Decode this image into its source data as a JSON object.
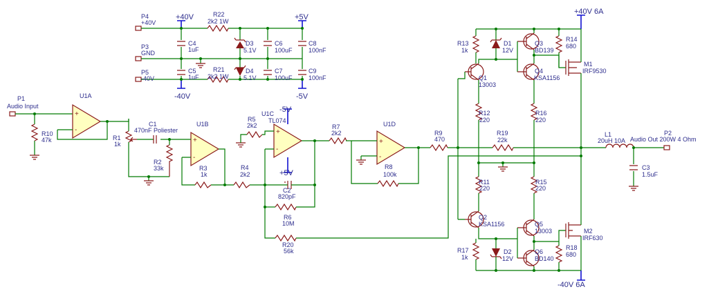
{
  "labels": {
    "p1": "P1",
    "p1v": "Audio Input",
    "p2": "P2",
    "p2v": "Audio Out 200W 4 Ohm",
    "p3": "P3",
    "p3v": "GND",
    "p4": "P4",
    "p4v": "+40V",
    "p5": "P5",
    "p5v": "-40V",
    "u1a": "U1A",
    "u1b": "U1B",
    "u1c": "U1C",
    "u1cv": "TL074",
    "u1d": "U1D",
    "r1": "R1",
    "r1v": "1k",
    "r2": "R2",
    "r2v": "33k",
    "r3": "R3",
    "r3v": "1k",
    "r4": "R4",
    "r4v": "2k2",
    "r5": "R5",
    "r5v": "2k2",
    "r6": "R6",
    "r6v": "10M",
    "r7": "R7",
    "r7v": "2k2",
    "r8": "R8",
    "r8v": "100k",
    "r9": "R9",
    "r9v": "470",
    "r10": "R10",
    "r10v": "47k",
    "r11": "R11",
    "r11v": "220",
    "r12": "R12",
    "r12v": "220",
    "r13": "R13",
    "r13v": "1k",
    "r14": "R14",
    "r14v": "680",
    "r15": "R15",
    "r15v": "220",
    "r16": "R16",
    "r16v": "220",
    "r17": "R17",
    "r17v": "1k",
    "r18": "R18",
    "r18v": "680",
    "r19": "R19",
    "r19v": "22k",
    "r20": "R20",
    "r20v": "56k",
    "r21": "R21",
    "r21v": "2k2 1W",
    "r22": "R22",
    "r22v": "2k2 1W",
    "c1": "C1",
    "c1v": "470nF Poliester",
    "c2": "C2",
    "c2v": "820pF",
    "c3": "C3",
    "c3v": "1.5uF",
    "c4": "C4",
    "c4v": "1uF",
    "c5": "C5",
    "c5v": "1uF",
    "c6": "C6",
    "c6v": "100uF",
    "c7": "C7",
    "c7v": "100uF",
    "c8": "C8",
    "c8v": "100nF",
    "c9": "C9",
    "c9v": "100nF",
    "d1": "D1",
    "d1v": "12V",
    "d2": "D2",
    "d2v": "12V",
    "d3": "D3",
    "d3v": "5.1V",
    "d4": "D4",
    "d4v": "5.1V",
    "q1": "Q1",
    "q1v": "13003",
    "q2": "Q2",
    "q2v": "KSA1156",
    "q3": "Q3",
    "q3v": "BD139",
    "q4": "Q4",
    "q4v": "KSA1156",
    "q5": "Q5",
    "q5v": "13003",
    "q6": "Q6",
    "q6v": "BD140",
    "m1": "M1",
    "m1v": "IRF9530",
    "m2": "M2",
    "m2v": "IRF630",
    "l1": "L1",
    "l1v": "20uH 10A"
  },
  "power": {
    "p40": "+40V",
    "m40": "-40V",
    "p5": "+5V",
    "m5": "-5V",
    "p40a": "+40V 6A",
    "m40a": "-40V 6A",
    "op_m5": "-5V",
    "op_p5": "+5V"
  },
  "pins": {
    "plus": "+",
    "minus": "-"
  }
}
